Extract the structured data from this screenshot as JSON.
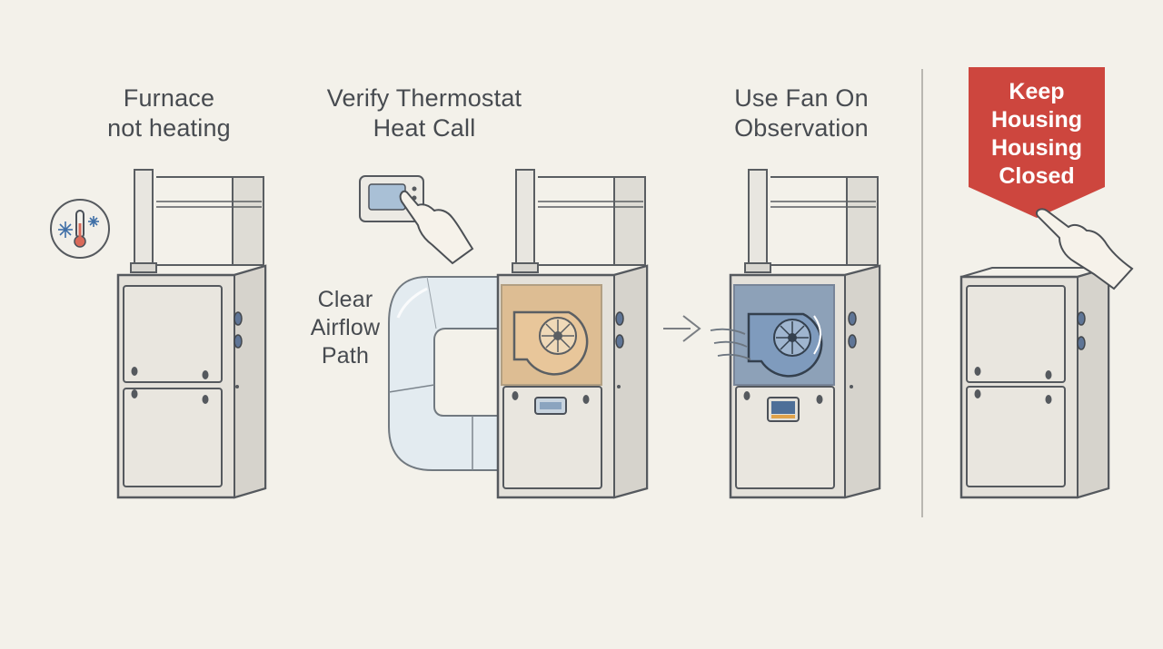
{
  "steps": [
    {
      "lines": [
        "Furnace",
        "not heating"
      ],
      "icon": "cold-thermometer-icon"
    },
    {
      "lines": [
        "Verify Thermostat",
        "Heat Call"
      ],
      "icon": "thermostat-icon"
    },
    {
      "lines": [
        "Use Fan On",
        "Observation"
      ],
      "icon": "blower-fan-icon"
    }
  ],
  "airflow_label": [
    "Clear",
    "Airflow",
    "Path"
  ],
  "warning_banner": {
    "lines": [
      "Keep",
      "Housing",
      "Housing",
      "Closed"
    ],
    "color": "#cd463e"
  },
  "colors": {
    "background": "#f3f1ea",
    "cabinet": "#e4e1da",
    "outline": "#55595e",
    "highlight_orange": "#d9a15a",
    "highlight_blue": "#5f7fa6"
  }
}
